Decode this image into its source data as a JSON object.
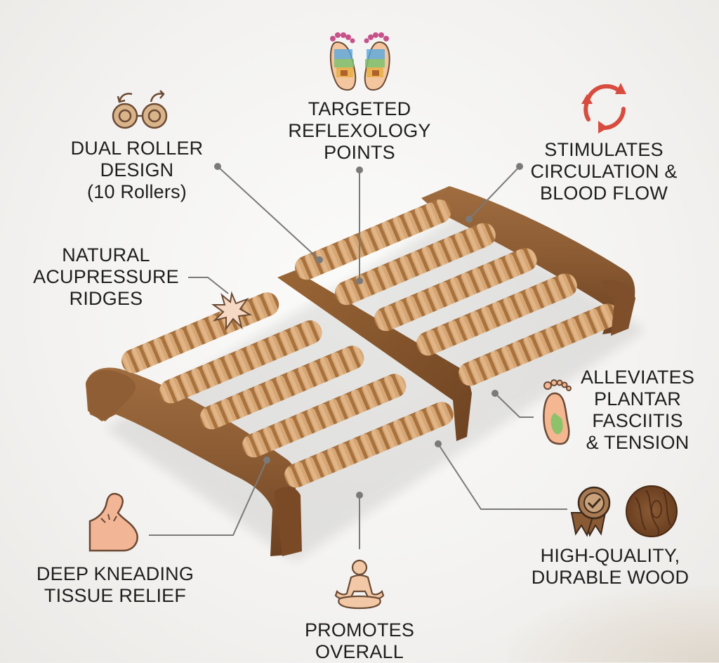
{
  "callouts": {
    "dual_roller": {
      "lines": [
        "DUAL ROLLER",
        "DESIGN",
        "(10 Rollers)"
      ],
      "icon": "dual-roller-arrows-icon"
    },
    "reflexology": {
      "lines": [
        "TARGETED",
        "REFLEXOLOGY",
        "POINTS"
      ],
      "icon": "reflexology-feet-icon"
    },
    "circulation": {
      "lines": [
        "STIMULATES",
        "CIRCULATION &",
        "BLOOD FLOW"
      ],
      "icon": "circular-arrows-icon"
    },
    "acupressure": {
      "lines": [
        "NATURAL",
        "ACUPRESSURE",
        "RIDGES"
      ],
      "icon": "starburst-icon"
    },
    "plantar": {
      "lines": [
        "ALLEVIATES",
        "PLANTAR",
        "FASCIITIS",
        "& TENSION"
      ],
      "icon": "foot-sole-icon"
    },
    "wood": {
      "lines": [
        "HIGH-QUALITY,",
        "DURABLE WOOD"
      ],
      "icon": "quality-badge-icon",
      "icon2": "wood-grain-icon"
    },
    "kneading": {
      "lines": [
        "DEEP KNEADING",
        "TISSUE RELIEF"
      ],
      "icon": "flexed-arm-icon"
    },
    "wellness": {
      "lines": [
        "PROMOTES",
        "OVERALL"
      ],
      "icon": "meditation-figure-icon"
    }
  },
  "colors": {
    "wood_light": "#c4915f",
    "wood_dark": "#7a4a25",
    "frame": "#8a5a32",
    "leader_line": "#7a7a7a",
    "text": "#1e1e1e",
    "icon_stroke": "#6b4a35",
    "circulation_red": "#d84b3f"
  }
}
